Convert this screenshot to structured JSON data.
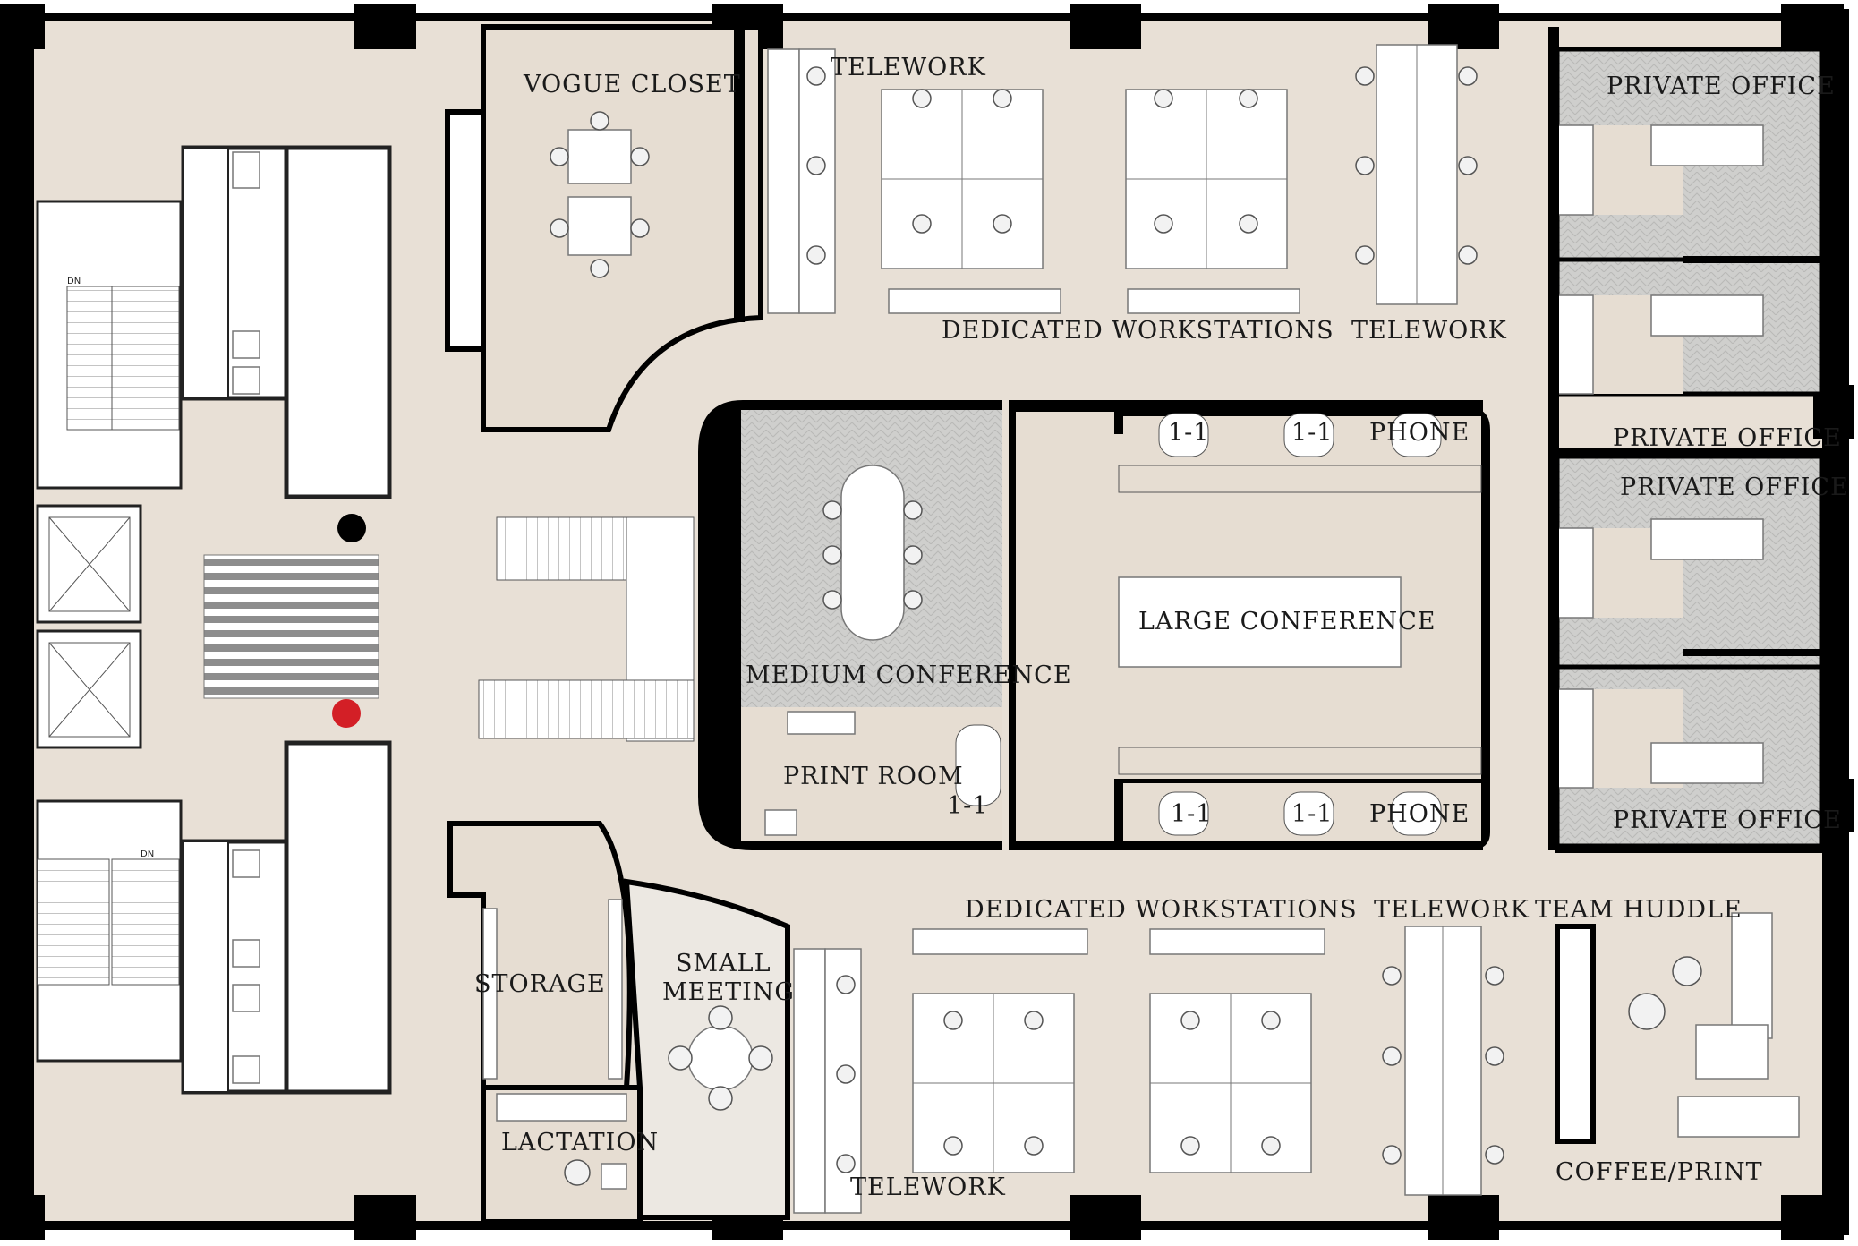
{
  "plan": {
    "labels": {
      "vogue_closet": "VOGUE CLOSET",
      "telework_top": "TELEWORK",
      "dedicated_top": "DEDICATED WORKSTATIONS",
      "telework_top_right": "TELEWORK",
      "private_office_1": "PRIVATE OFFICE",
      "private_office_2": "PRIVATE OFFICE",
      "private_office_3": "PRIVATE OFFICE",
      "private_office_4": "PRIVATE OFFICE",
      "one_one_1": "1-1",
      "one_one_2": "1-1",
      "one_one_3": "1-1",
      "one_one_4": "1-1",
      "one_one_5": "1-1",
      "phone_top": "PHONE",
      "phone_bottom": "PHONE",
      "medium_conference": "MEDIUM CONFERENCE",
      "large_conference": "LARGE CONFERENCE",
      "print_room": "PRINT ROOM",
      "dedicated_bottom": "DEDICATED WORKSTATIONS",
      "telework_bottom_right": "TELEWORK",
      "team_huddle": "TEAM HUDDLE",
      "storage": "STORAGE",
      "small_meeting_1": "SMALL",
      "small_meeting_2": "MEETING",
      "lactation": "LACTATION",
      "telework_bottom": "TELEWORK",
      "coffee_print": "COFFEE/PRINT",
      "dn_top": "DN",
      "dn_bottom": "DN"
    },
    "colors": {
      "floor": "#e8e0d6",
      "walls": "#000000",
      "carpet_tile": "#cfcfcd",
      "marker_red": "#d31f26",
      "marker_black": "#000000"
    }
  }
}
